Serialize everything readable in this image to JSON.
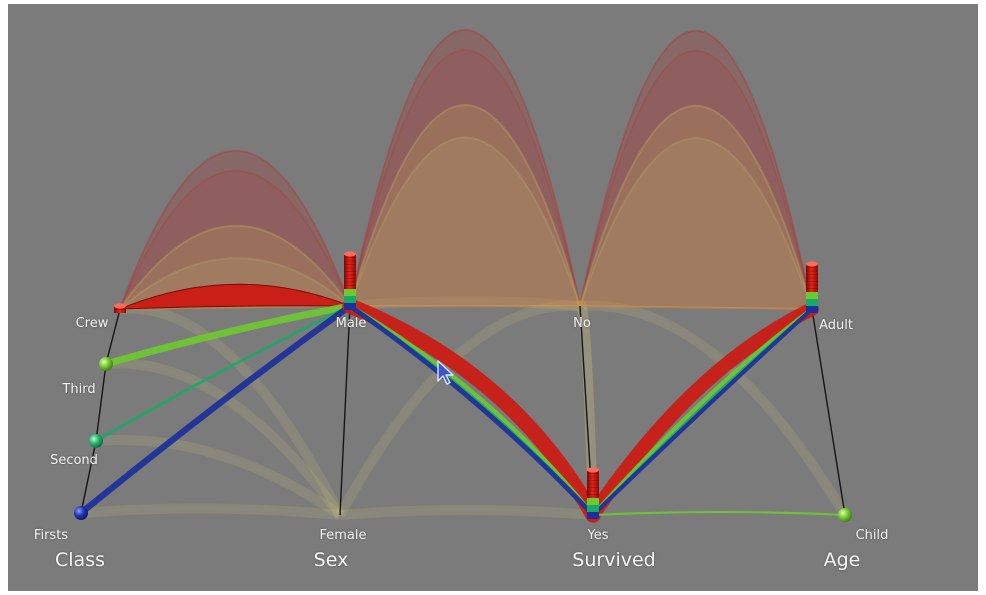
{
  "chart_data": {
    "type": "parallel-sets",
    "dimensions": [
      {
        "name": "Class",
        "categories": [
          "Crew",
          "Third",
          "Second",
          "Firsts"
        ]
      },
      {
        "name": "Sex",
        "categories": [
          "Male",
          "Female"
        ]
      },
      {
        "name": "Survived",
        "categories": [
          "No",
          "Yes"
        ]
      },
      {
        "name": "Age",
        "categories": [
          "Adult",
          "Child"
        ]
      }
    ],
    "class_colors": {
      "Crew": "#cc1a12",
      "Third": "#6ec832",
      "Second": "#1aa86a",
      "Firsts": "#1c2f9a"
    },
    "highlighted_flows": [
      {
        "from": "Crew",
        "to": "Male",
        "class": "Crew",
        "weight": 18
      },
      {
        "from": "Third",
        "to": "Male",
        "class": "Third",
        "weight": 10
      },
      {
        "from": "Second",
        "to": "Male",
        "class": "Second",
        "weight": 4
      },
      {
        "from": "Firsts",
        "to": "Male",
        "class": "Firsts",
        "weight": 9
      },
      {
        "from": "Male",
        "to": "Yes",
        "class": "Crew",
        "weight": 22
      },
      {
        "from": "Male",
        "to": "Yes",
        "class": "Third",
        "weight": 6
      },
      {
        "from": "Male",
        "to": "Yes",
        "class": "Second",
        "weight": 4
      },
      {
        "from": "Male",
        "to": "Yes",
        "class": "Firsts",
        "weight": 7
      },
      {
        "from": "Yes",
        "to": "Adult",
        "class": "Crew",
        "weight": 20
      },
      {
        "from": "Yes",
        "to": "Adult",
        "class": "Third",
        "weight": 6
      },
      {
        "from": "Yes",
        "to": "Adult",
        "class": "Second",
        "weight": 4
      },
      {
        "from": "Yes",
        "to": "Adult",
        "class": "Firsts",
        "weight": 6
      },
      {
        "from": "Yes",
        "to": "Child",
        "class": "Third",
        "weight": 3
      }
    ],
    "faded_arcs": [
      {
        "from": "Crew",
        "to": "Male"
      },
      {
        "from": "Male",
        "to": "No"
      },
      {
        "from": "No",
        "to": "Adult"
      }
    ],
    "faded_links": [
      {
        "from": "Crew",
        "to": "Female"
      },
      {
        "from": "Third",
        "to": "Female"
      },
      {
        "from": "Second",
        "to": "Female"
      },
      {
        "from": "Firsts",
        "to": "Female"
      },
      {
        "from": "Female",
        "to": "No"
      },
      {
        "from": "Female",
        "to": "Yes"
      },
      {
        "from": "Male",
        "to": "No"
      },
      {
        "from": "No",
        "to": "Child"
      },
      {
        "from": "No",
        "to": "Yes"
      },
      {
        "from": "Yes",
        "to": "No"
      }
    ],
    "stacked_markers": [
      {
        "at": "Crew",
        "segments": [
          {
            "class": "Crew",
            "value": 1
          }
        ]
      },
      {
        "at": "Third",
        "segments": [
          {
            "class": "Third",
            "value": 1
          }
        ]
      },
      {
        "at": "Second",
        "segments": [
          {
            "class": "Second",
            "value": 1
          }
        ]
      },
      {
        "at": "Firsts",
        "segments": [
          {
            "class": "Firsts",
            "value": 1
          }
        ]
      },
      {
        "at": "Male",
        "segments": [
          {
            "class": "Firsts",
            "value": 1
          },
          {
            "class": "Second",
            "value": 1
          },
          {
            "class": "Third",
            "value": 1
          },
          {
            "class": "Crew",
            "value": 5
          }
        ]
      },
      {
        "at": "Yes",
        "segments": [
          {
            "class": "Firsts",
            "value": 1
          },
          {
            "class": "Second",
            "value": 1
          },
          {
            "class": "Third",
            "value": 1
          },
          {
            "class": "Crew",
            "value": 4
          }
        ]
      },
      {
        "at": "Adult",
        "segments": [
          {
            "class": "Firsts",
            "value": 1
          },
          {
            "class": "Second",
            "value": 1
          },
          {
            "class": "Third",
            "value": 1
          },
          {
            "class": "Crew",
            "value": 4
          }
        ]
      },
      {
        "at": "Child",
        "segments": [
          {
            "class": "Third",
            "value": 1
          }
        ]
      }
    ]
  }
}
